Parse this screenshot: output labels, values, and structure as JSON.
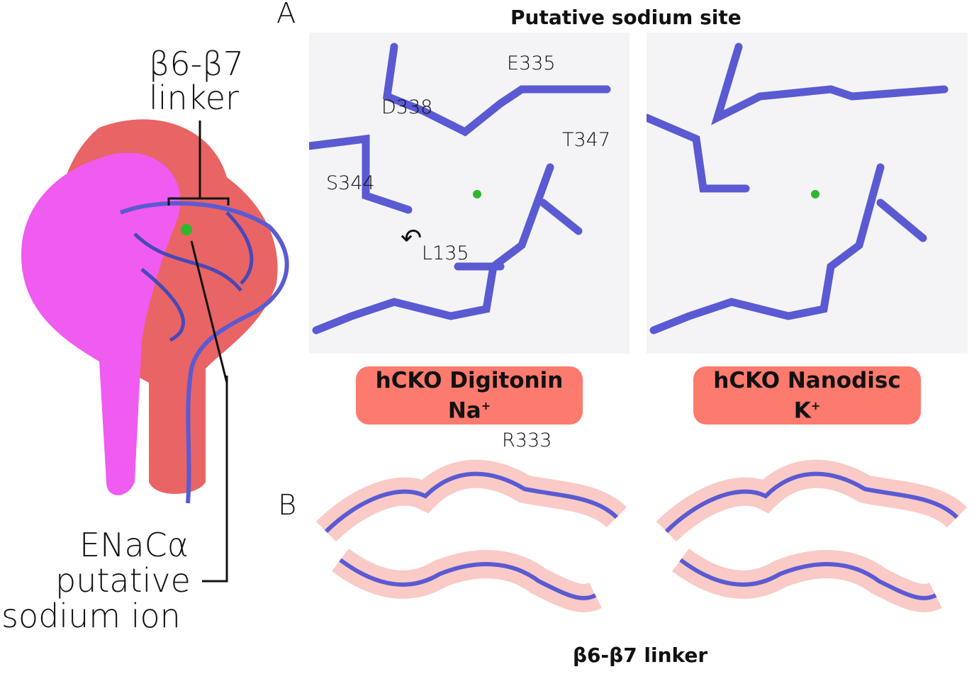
{
  "panel_a": {
    "letter": "A",
    "title": "Putative sodium site",
    "residues": [
      "E335",
      "D338",
      "T347",
      "S344",
      "L135"
    ],
    "conditions": [
      {
        "line1": "hCKO Digitonin",
        "ion": "Na",
        "charge": "+"
      },
      {
        "line1": "hCKO Nanodisc",
        "ion": "K",
        "charge": "+"
      }
    ]
  },
  "panel_b": {
    "letter": "B",
    "residue": "R333",
    "caption": "β6-β7 linker"
  },
  "overview": {
    "linker_label_1": "β6-β7",
    "linker_label_2": "linker",
    "ion_label_1": "ENaCα",
    "ion_label_2": "putative",
    "ion_label_3": "sodium ion"
  },
  "colors": {
    "protein_blue": "#5a5ad2",
    "pink": "#f05bf0",
    "salmon": "#e96464",
    "pill": "#fd7a6e",
    "ion": "#2db82d",
    "oxygen": "#e8202a"
  }
}
